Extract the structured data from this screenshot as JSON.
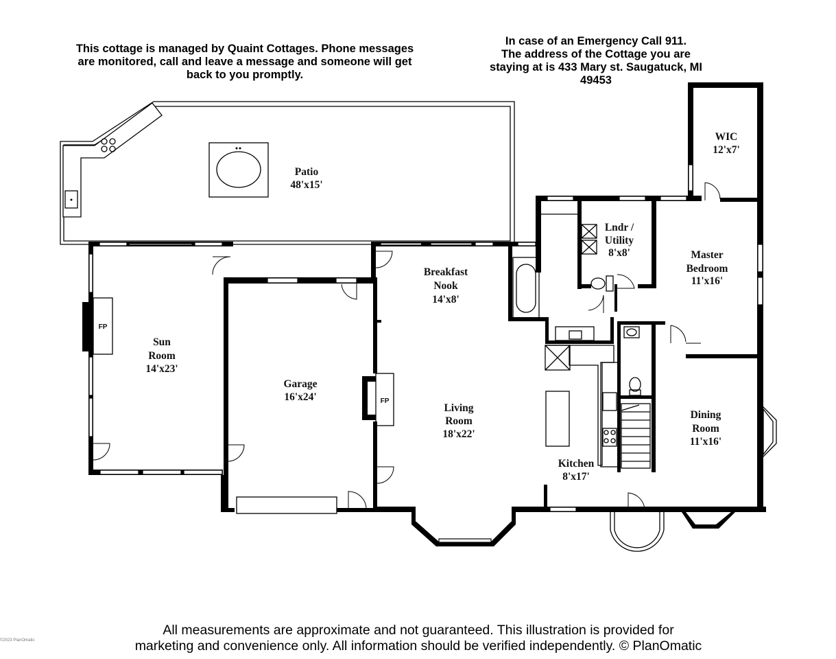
{
  "notes": {
    "manager_lines": [
      "This cottage is managed by Quaint Cottages.  Phone messages",
      "are monitored, call and leave a message and someone will get",
      "back to you promptly."
    ],
    "emergency_lines": [
      "In case of an Emergency Call 911.",
      "The address of the Cottage you are",
      "staying at is 433 Mary st. Saugatuck, MI",
      "49453"
    ]
  },
  "rooms": {
    "patio": {
      "name": "Patio",
      "dims": "48'x15'"
    },
    "wic": {
      "name": "WIC",
      "dims": "12'x7'"
    },
    "laundry": {
      "name1": "Lndr /",
      "name2": "Utility",
      "dims": "8'x8'"
    },
    "master": {
      "name1": "Master",
      "name2": "Bedroom",
      "dims": "11'x16'"
    },
    "breakfast": {
      "name1": "Breakfast",
      "name2": "Nook",
      "dims": "14'x8'"
    },
    "sun": {
      "name1": "Sun",
      "name2": "Room",
      "dims": "14'x23'"
    },
    "garage": {
      "name": "Garage",
      "dims": "16'x24'"
    },
    "living": {
      "name1": "Living",
      "name2": "Room",
      "dims": "18'x22'"
    },
    "dining": {
      "name1": "Dining",
      "name2": "Room",
      "dims": "11'x16'"
    },
    "kitchen": {
      "name": "Kitchen",
      "dims": "8'x17'"
    }
  },
  "fireplace_label": "FP",
  "copyright_mark": "©2023 PlanOmatic",
  "disclaimer_lines": [
    "All measurements are approximate and not guaranteed. This illustration is provided for",
    "marketing and convenience only. All information should be verified independently. © PlanOmatic"
  ]
}
